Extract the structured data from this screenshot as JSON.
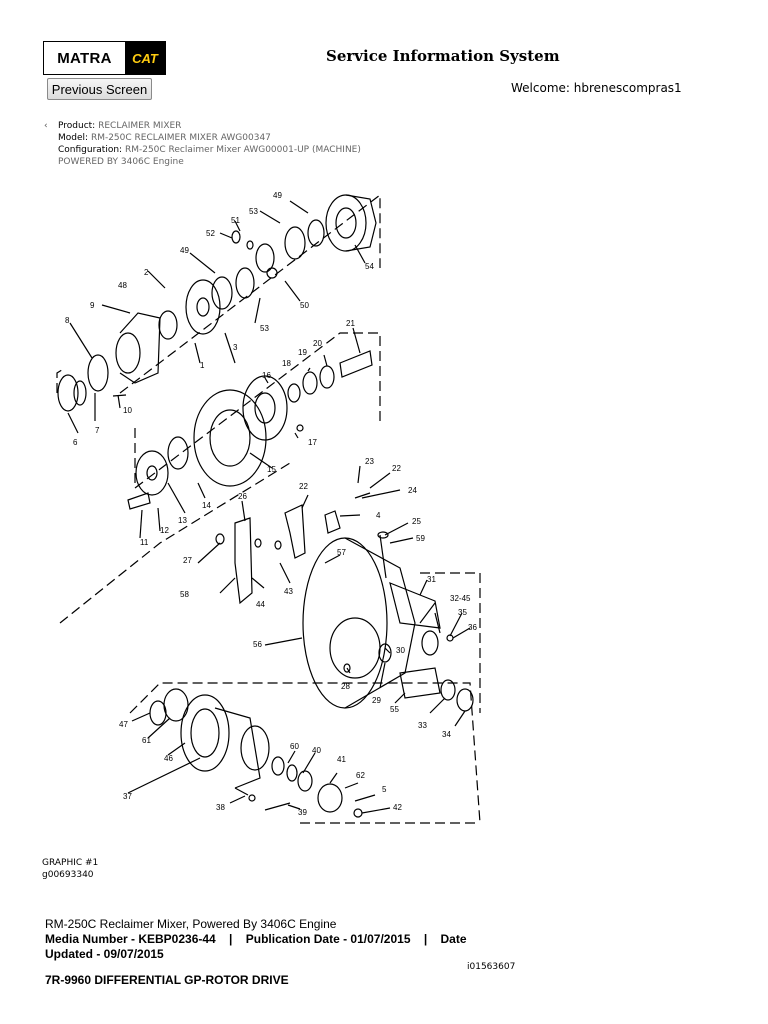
{
  "header": {
    "logo_text": "MATRA",
    "logo_badge": "CAT",
    "title": "Service Information System",
    "prev_button": "Previous Screen",
    "welcome": "Welcome: hbrenescompras1"
  },
  "breadcrumb": {
    "product_label": "Product:",
    "product_value": "RECLAIMER MIXER",
    "model_label": "Model:",
    "model_value": "RM-250C RECLAIMER MIXER AWG00347",
    "config_label": "Configuration:",
    "config_value": "RM-250C Reclaimer Mixer AWG00001-UP (MACHINE)",
    "powered": "POWERED BY 3406C Engine"
  },
  "diagram": {
    "callouts": [
      "49",
      "51",
      "52",
      "53",
      "49",
      "2",
      "48",
      "9",
      "8",
      "54",
      "50",
      "53",
      "3",
      "1",
      "21",
      "18",
      "16",
      "19",
      "20",
      "6",
      "7",
      "10",
      "17",
      "15",
      "23",
      "22",
      "24",
      "14",
      "13",
      "12",
      "11",
      "26",
      "22",
      "4",
      "25",
      "59",
      "27",
      "57",
      "58",
      "44",
      "43",
      "31",
      "32-45",
      "35",
      "36",
      "56",
      "30",
      "28",
      "29",
      "55",
      "33",
      "34",
      "47",
      "61",
      "46",
      "37",
      "60",
      "40",
      "41",
      "62",
      "5",
      "38",
      "39",
      "42"
    ]
  },
  "graphic": {
    "label": "GRAPHIC #1",
    "id": "g00693340"
  },
  "document": {
    "line1": "RM-250C Reclaimer Mixer, Powered By 3406C Engine",
    "line2": "Media Number - KEBP0236-44    |    Publication Date - 01/07/2015    |    Date",
    "line3": "Updated - 09/07/2015",
    "doc_id": "i01563607",
    "title": "7R-9960 DIFFERENTIAL GP-ROTOR DRIVE"
  }
}
